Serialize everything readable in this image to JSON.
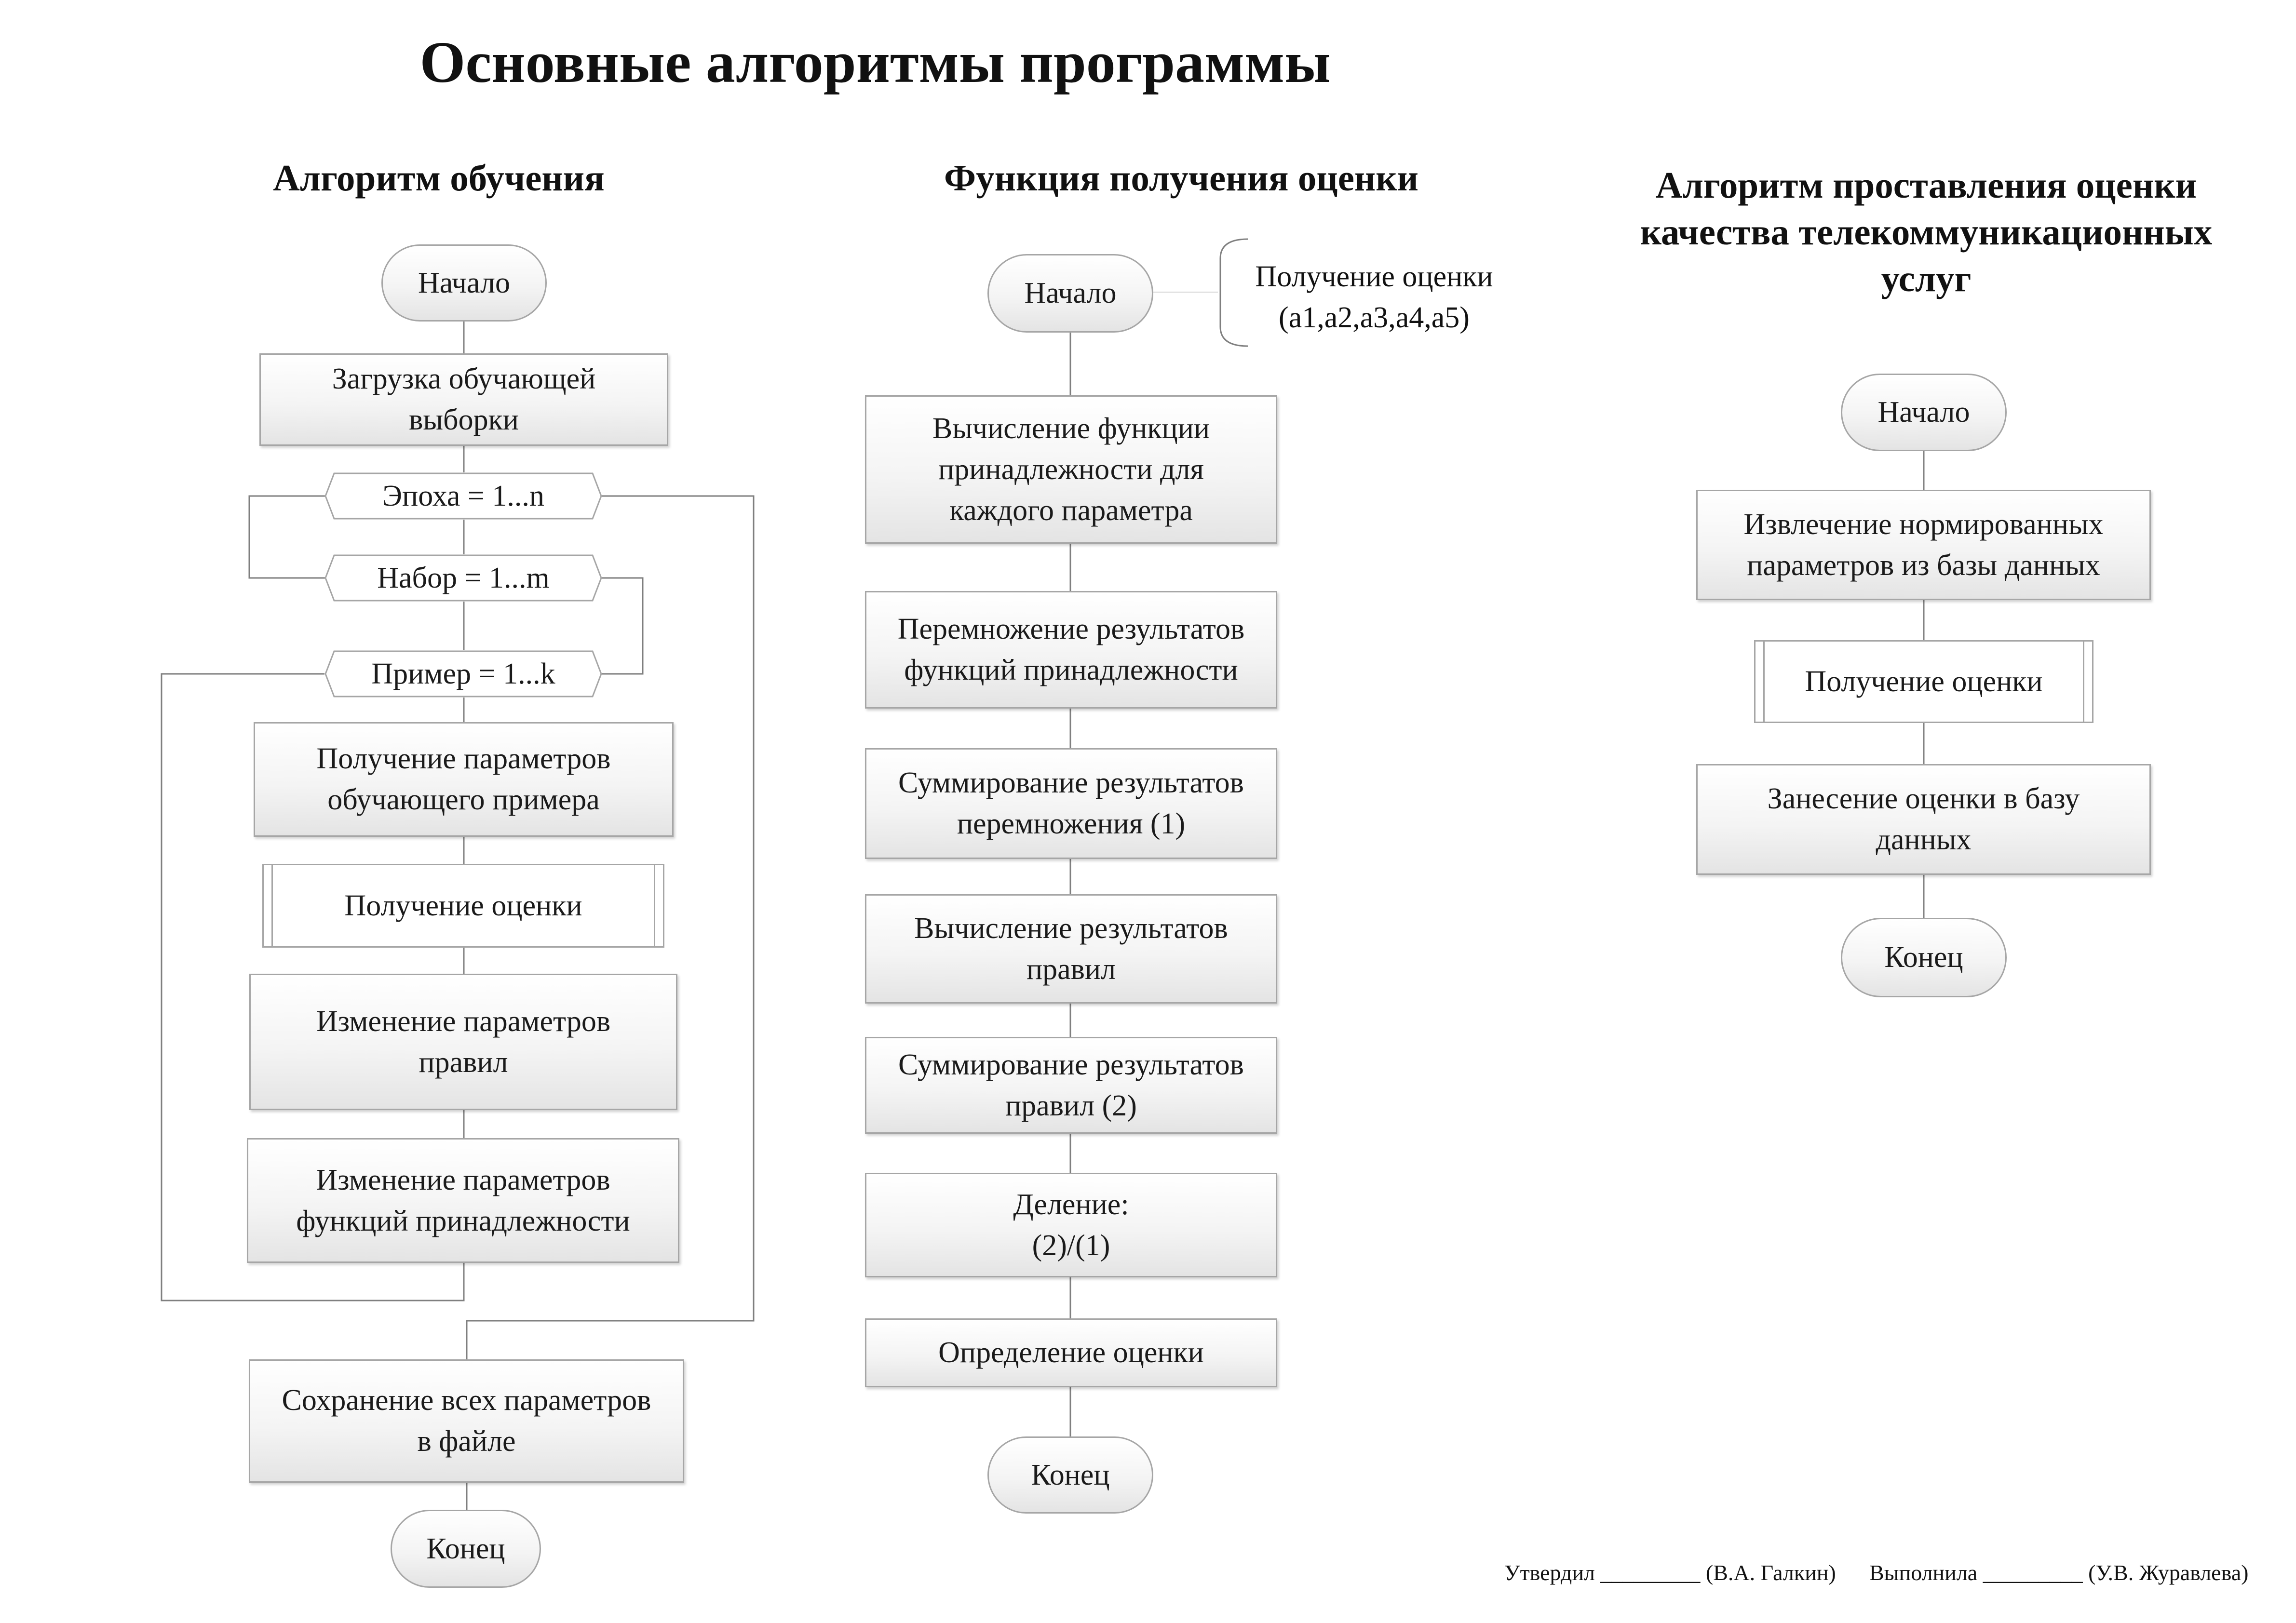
{
  "page": {
    "title": "Основные алгоритмы программы",
    "footer": {
      "approved": "Утвердил _________ (В.А. Галкин)",
      "performed": "Выполнила _________ (У.В. Журавлева)"
    }
  },
  "training": {
    "heading": "Алгоритм обучения",
    "start": "Начало",
    "load": "Загрузка обучающей\nвыборки",
    "loop_epoch": "Эпоха = 1...n",
    "loop_set": "Набор = 1...m",
    "loop_example": "Пример = 1...k",
    "get_params": "Получение параметров\nобучающего примера",
    "get_score": "Получение оценки",
    "change_rules": "Изменение параметров\nправил",
    "change_membership": "Изменение параметров\nфункций принадлежности",
    "save": "Сохранение всех параметров\nв файле",
    "end": "Конец"
  },
  "scoring": {
    "heading": "Функция получения оценки",
    "start": "Начало",
    "annotation": "Получение оценки\n(a1,a2,a3,a4,a5)",
    "step1": "Вычисление функции\nпринадлежности для\nкаждого параметра",
    "step2": "Перемножение результатов\nфункций принадлежности",
    "step3": "Суммирование результатов\nперемножения (1)",
    "step4": "Вычисление результатов\nправил",
    "step5": "Суммирование результатов\nправил (2)",
    "step6": "Деление:\n(2)/(1)",
    "step7": "Определение оценки",
    "end": "Конец"
  },
  "rating": {
    "heading": "Алгоритм проставления оценки\nкачества телекоммуникационных\nуслуг",
    "start": "Начало",
    "extract": "Извлечение нормированных\nпараметров из базы данных",
    "get_score": "Получение оценки",
    "store": "Занесение оценки в базу\nданных",
    "end": "Конец"
  },
  "colors": {
    "line": "#7f7f7f",
    "node_border": "#a6a6a6",
    "node_fill_top": "#ffffff",
    "node_fill_bottom": "#e4e4e4"
  }
}
